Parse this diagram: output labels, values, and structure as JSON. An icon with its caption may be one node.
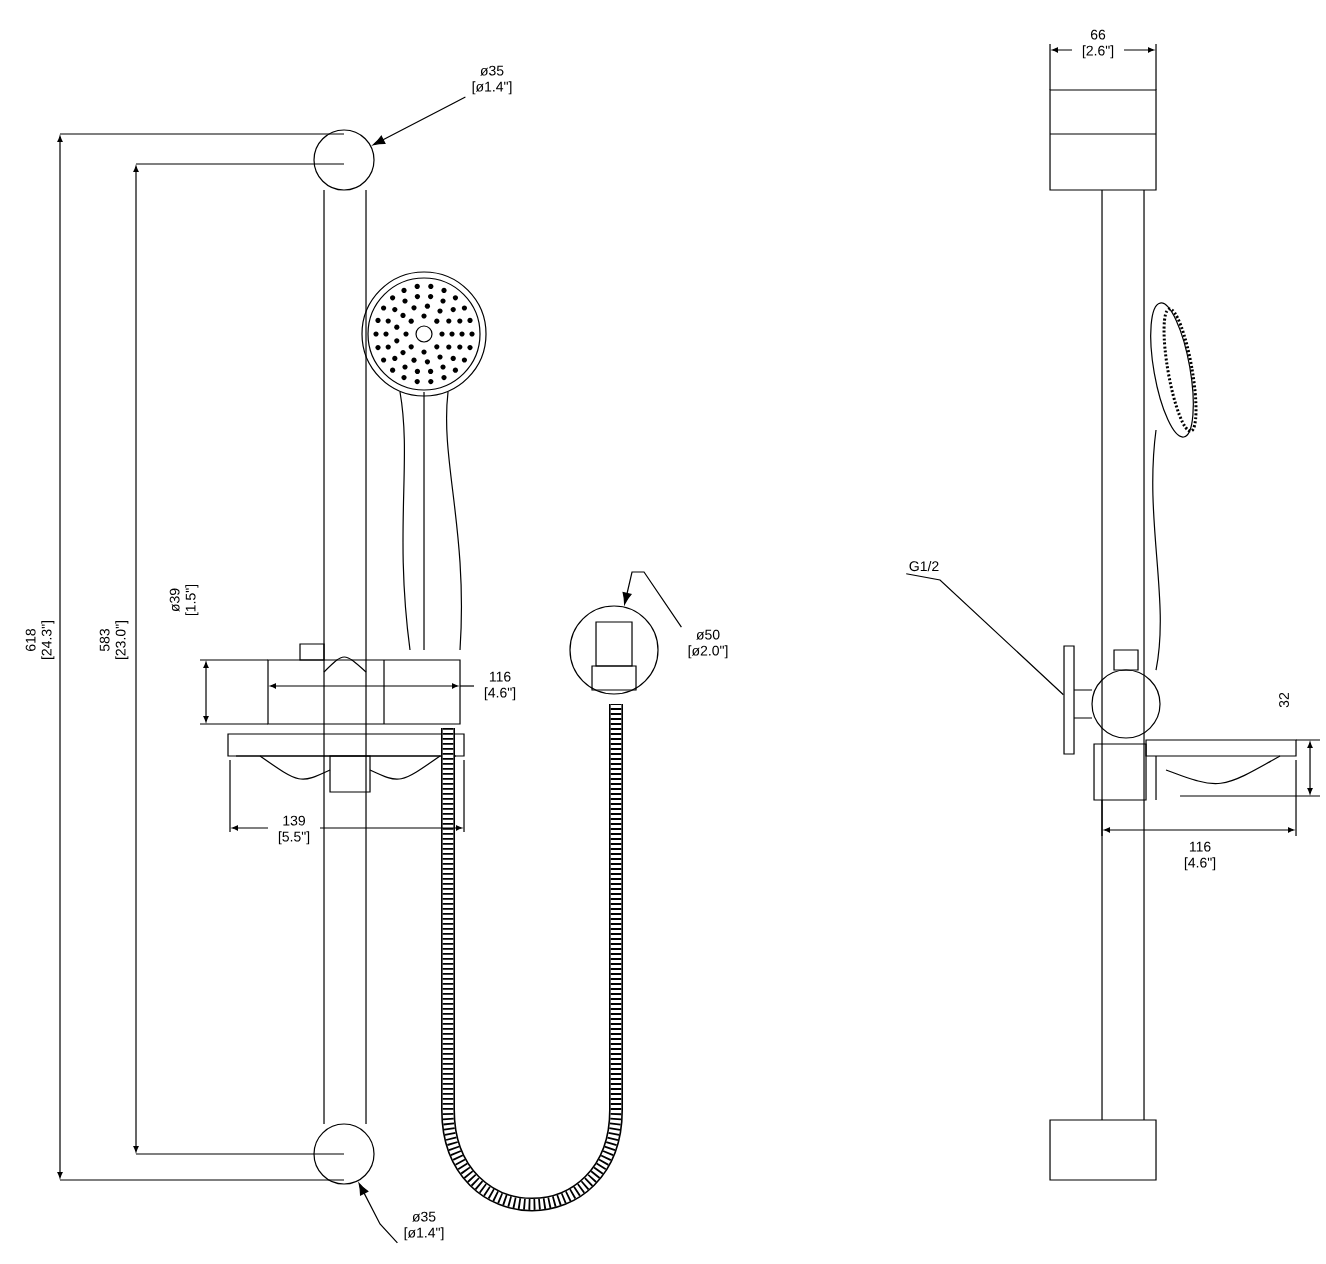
{
  "diagram": {
    "nodes": [
      {
        "text": [
          "ø35 [ø1.4\"]"
        ]
      },
      {
        "text": [],
        "shape": "circle"
      },
      {
        "text": [
          "ø35 [ø1.4\"]"
        ]
      },
      {
        "text": [],
        "shape": "circle"
      },
      {
        "text": [
          "ø50 [ø2.0\"]"
        ]
      },
      {
        "text": [],
        "shape": "circle"
      },
      {
        "text": [
          "G1/2"
        ]
      },
      {
        "text": [],
        "shape": "box"
      }
    ],
    "edges": [
      {
        "from": 0,
        "to": 1,
        "arrow": "to"
      },
      {
        "from": 2,
        "to": 3,
        "arrow": "to"
      },
      {
        "from": 4,
        "to": 5,
        "arrow": "to"
      },
      {
        "from": 6,
        "to": 7,
        "arrow": "none"
      }
    ],
    "labels": [
      "618 [24.3\"]",
      "583 [23.0\"]",
      "ø39 [1.5\"]",
      "116 [4.6\"]",
      "139 [5.5\"]",
      "66 [2.6\"]",
      "32",
      "116 [4.6\"]"
    ]
  }
}
